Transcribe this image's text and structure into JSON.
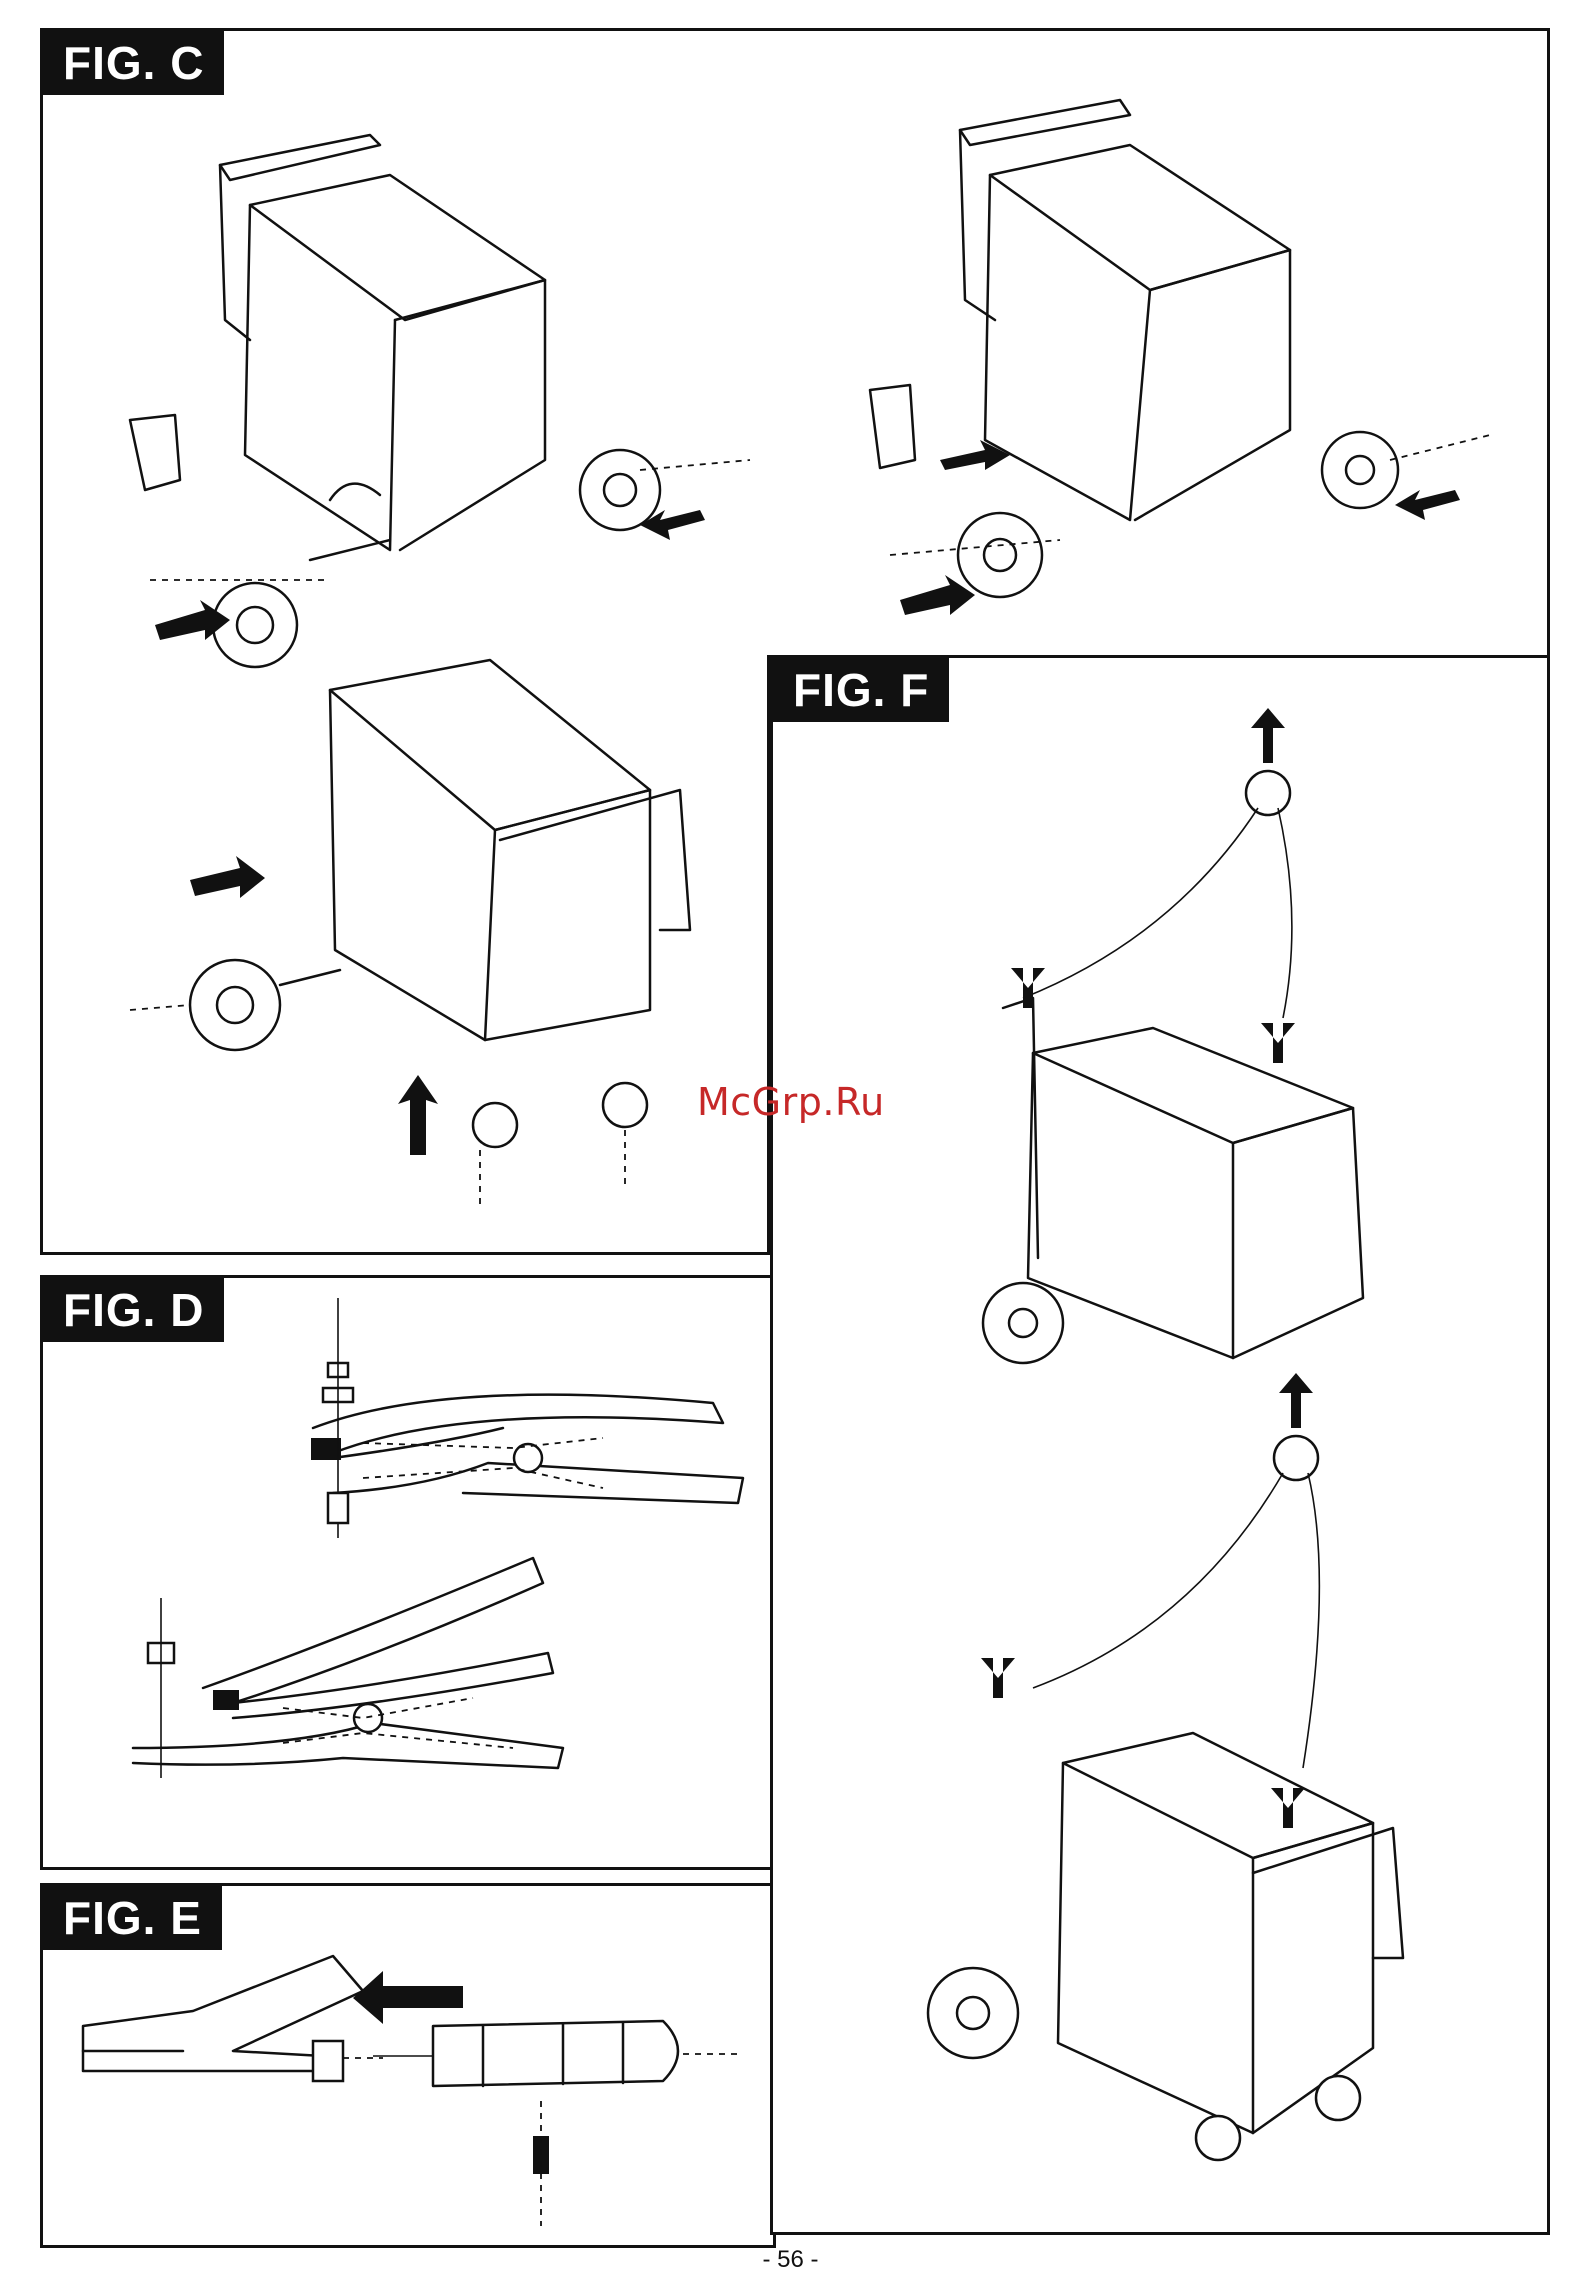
{
  "figures": {
    "c": {
      "label": "FIG. C"
    },
    "d": {
      "label": "FIG. D"
    },
    "e": {
      "label": "FIG. E"
    },
    "f": {
      "label": "FIG. F"
    }
  },
  "watermark": "McGrp.Ru",
  "page_number": "- 56 -",
  "colors": {
    "ink": "#111111",
    "label_bg": "#111111",
    "label_text": "#ffffff",
    "watermark": "#c62828"
  }
}
